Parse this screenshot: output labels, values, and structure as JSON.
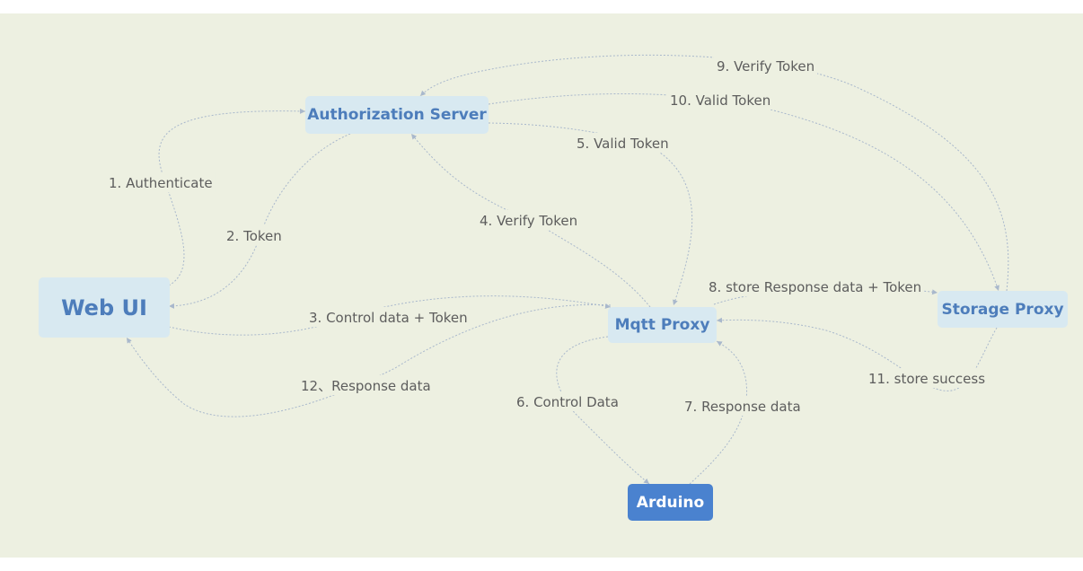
{
  "diagram": {
    "nodes": [
      {
        "id": "auth",
        "label": "Authorization Server",
        "style": "light"
      },
      {
        "id": "webui",
        "label": "Web UI",
        "style": "light"
      },
      {
        "id": "mqtt",
        "label": "Mqtt Proxy",
        "style": "light"
      },
      {
        "id": "storage",
        "label": "Storage Proxy",
        "style": "light"
      },
      {
        "id": "arduino",
        "label": "Arduino",
        "style": "dark"
      }
    ],
    "edges": [
      {
        "id": "e1",
        "from": "webui",
        "to": "auth",
        "label": "1. Authenticate"
      },
      {
        "id": "e2",
        "from": "auth",
        "to": "webui",
        "label": "2. Token"
      },
      {
        "id": "e3",
        "from": "webui",
        "to": "mqtt",
        "label": "3. Control data + Token"
      },
      {
        "id": "e4",
        "from": "mqtt",
        "to": "auth",
        "label": "4. Verify Token"
      },
      {
        "id": "e5",
        "from": "auth",
        "to": "mqtt",
        "label": "5. Valid Token"
      },
      {
        "id": "e6",
        "from": "mqtt",
        "to": "arduino",
        "label": "6. Control Data"
      },
      {
        "id": "e7",
        "from": "arduino",
        "to": "mqtt",
        "label": "7. Response data"
      },
      {
        "id": "e8",
        "from": "mqtt",
        "to": "storage",
        "label": "8. store Response data + Token"
      },
      {
        "id": "e9",
        "from": "storage",
        "to": "auth",
        "label": "9. Verify Token"
      },
      {
        "id": "e10",
        "from": "auth",
        "to": "storage",
        "label": "10. Valid Token"
      },
      {
        "id": "e11",
        "from": "storage",
        "to": "mqtt",
        "label": "11. store success"
      },
      {
        "id": "e12",
        "from": "mqtt",
        "to": "webui",
        "label": "12、Response data"
      }
    ],
    "colors": {
      "background": "#edf0e1",
      "node_fill": "#d8e9f1",
      "node_text": "#4d7dbb",
      "accent_node_fill": "#4a82cf",
      "accent_node_text": "#ffffff",
      "edge": "#a9b8cc",
      "label_text": "#5d5d5d"
    }
  }
}
